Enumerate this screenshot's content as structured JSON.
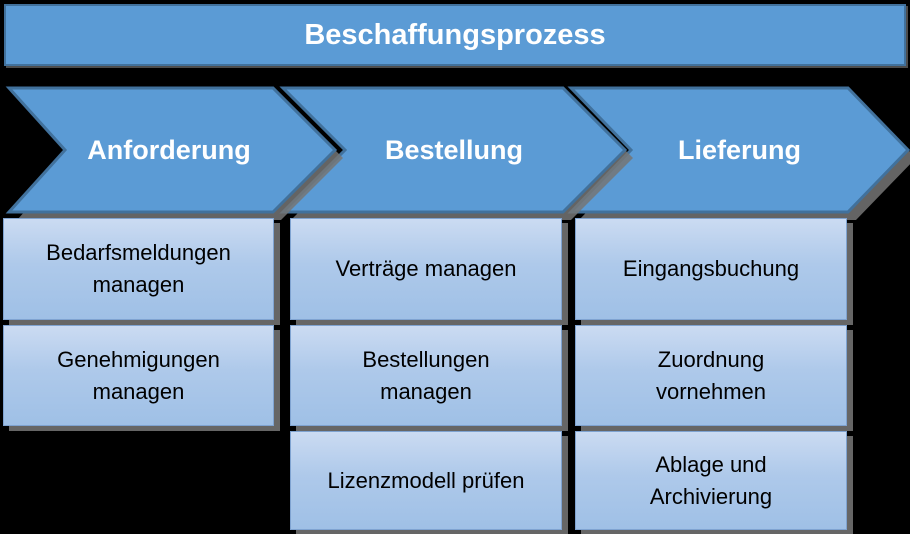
{
  "title": "Beschaffungsprozess",
  "phases": [
    {
      "label": "Anforderung",
      "tasks": [
        "Bedarfsmeldungen\nmanagen",
        "Genehmigungen\nmanagen"
      ]
    },
    {
      "label": "Bestellung",
      "tasks": [
        "Verträge managen",
        "Bestellungen\nmanagen",
        "Lizenzmodell prüfen"
      ]
    },
    {
      "label": "Lieferung",
      "tasks": [
        "Eingangsbuchung",
        "Zuordnung\nvornehmen",
        "Ablage und\nArchivierung"
      ]
    }
  ],
  "colors": {
    "background": "#000000",
    "arrow_fill": "#5B9BD5",
    "arrow_border": "#41719C",
    "task_fill_top": "#CBDBF2",
    "task_fill_bottom": "#9FC0E6",
    "task_border": "#7FA3D1",
    "shadow_grey": "#767676",
    "title_text": "#FFFFFF",
    "task_text": "#000000"
  }
}
